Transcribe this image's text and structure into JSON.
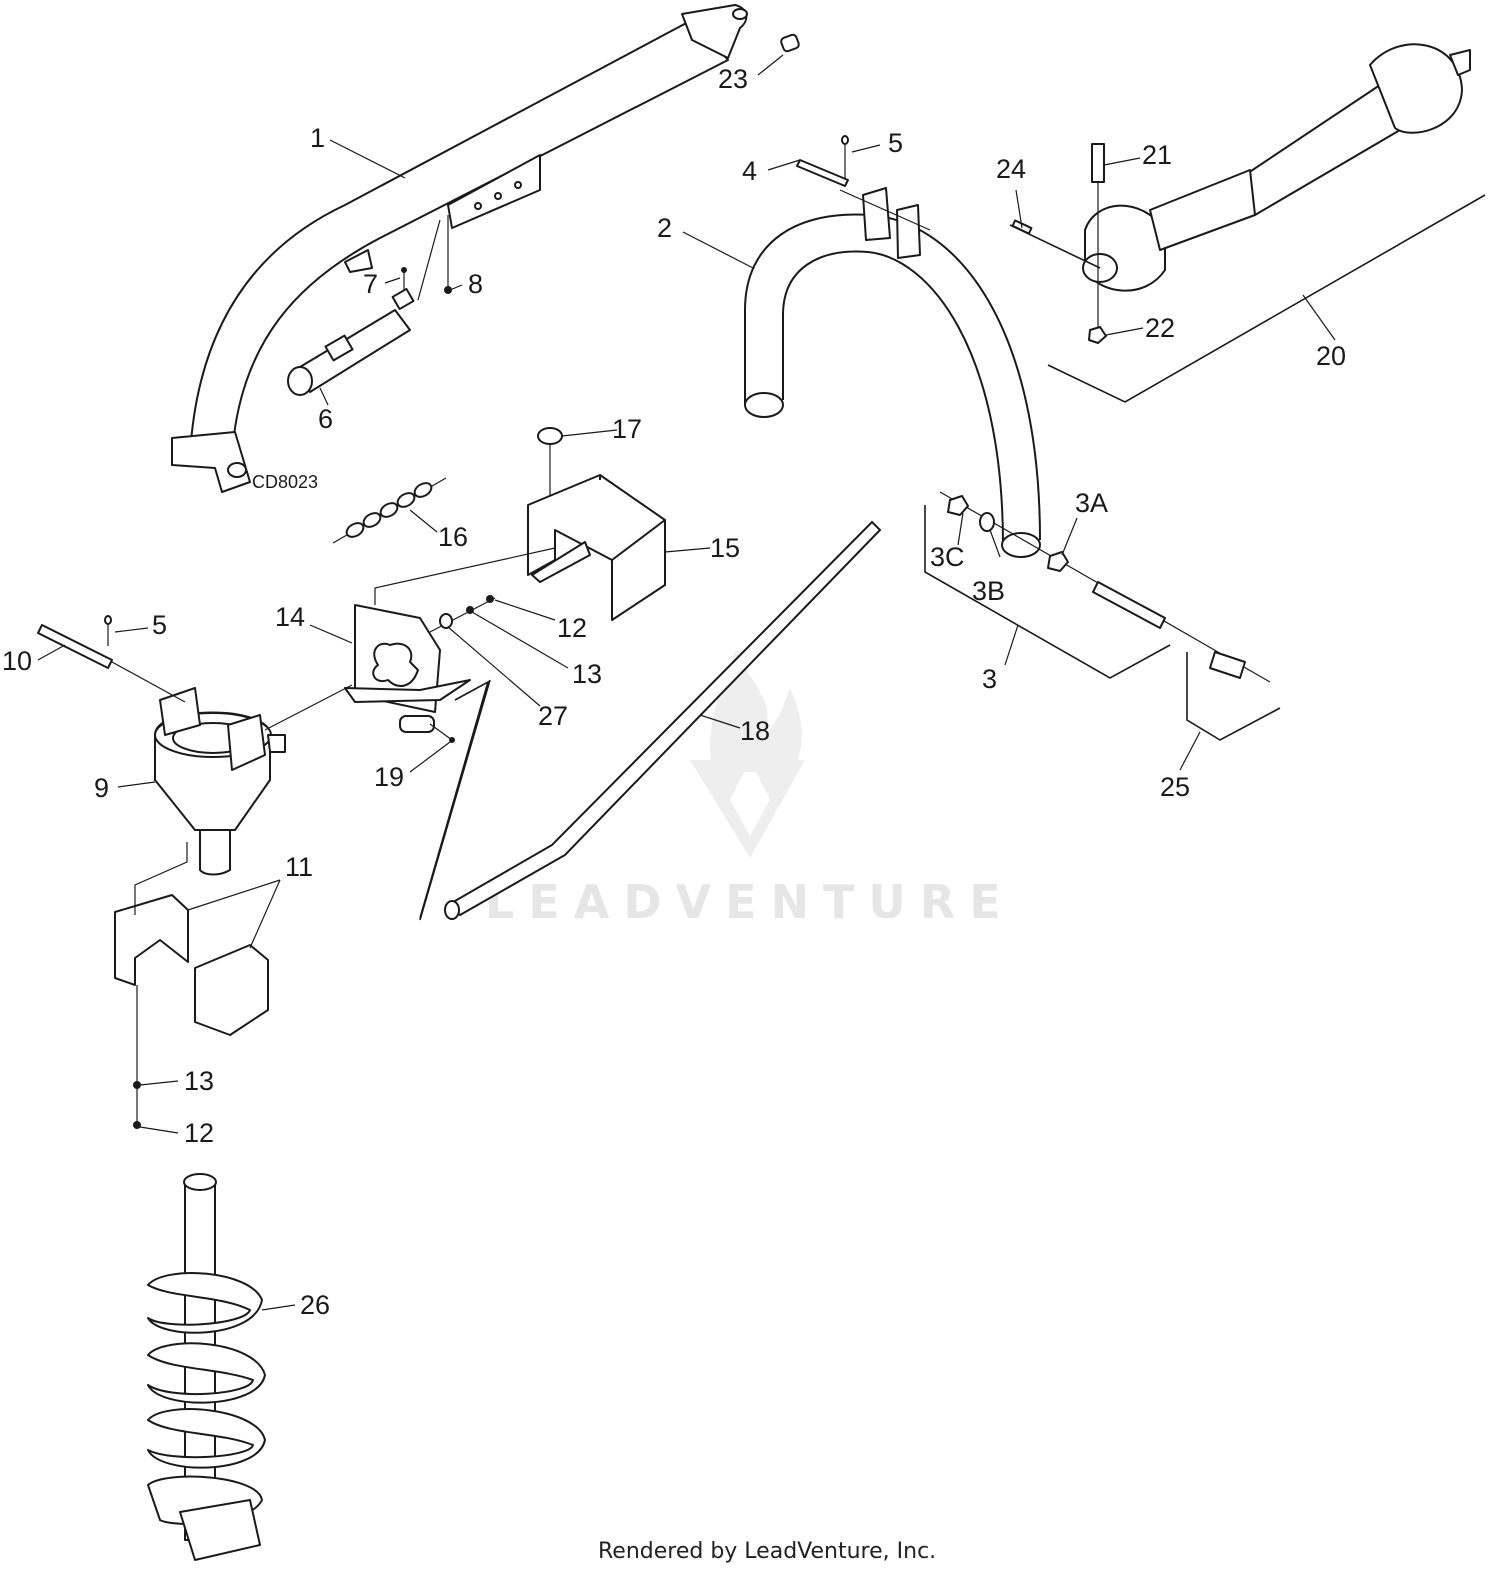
{
  "diagram": {
    "drawing_code": "CD8023",
    "footer": "Rendered by LeadVenture, Inc.",
    "watermark": "LEADVENTURE",
    "colors": {
      "line": "#1a1a1a",
      "watermark": "#e6e6e6",
      "background": "#ffffff"
    },
    "labels": {
      "l1": "1",
      "l2": "2",
      "l3": "3",
      "l3a": "3A",
      "l3b": "3B",
      "l3c": "3C",
      "l4": "4",
      "l5a": "5",
      "l5b": "5",
      "l6": "6",
      "l7": "7",
      "l8": "8",
      "l9": "9",
      "l10": "10",
      "l11": "11",
      "l12a": "12",
      "l12b": "12",
      "l13a": "13",
      "l13b": "13",
      "l14": "14",
      "l15": "15",
      "l16": "16",
      "l17": "17",
      "l18": "18",
      "l19": "19",
      "l20": "20",
      "l21": "21",
      "l22": "22",
      "l23": "23",
      "l24": "24",
      "l25": "25",
      "l26": "26",
      "l27": "27"
    }
  }
}
